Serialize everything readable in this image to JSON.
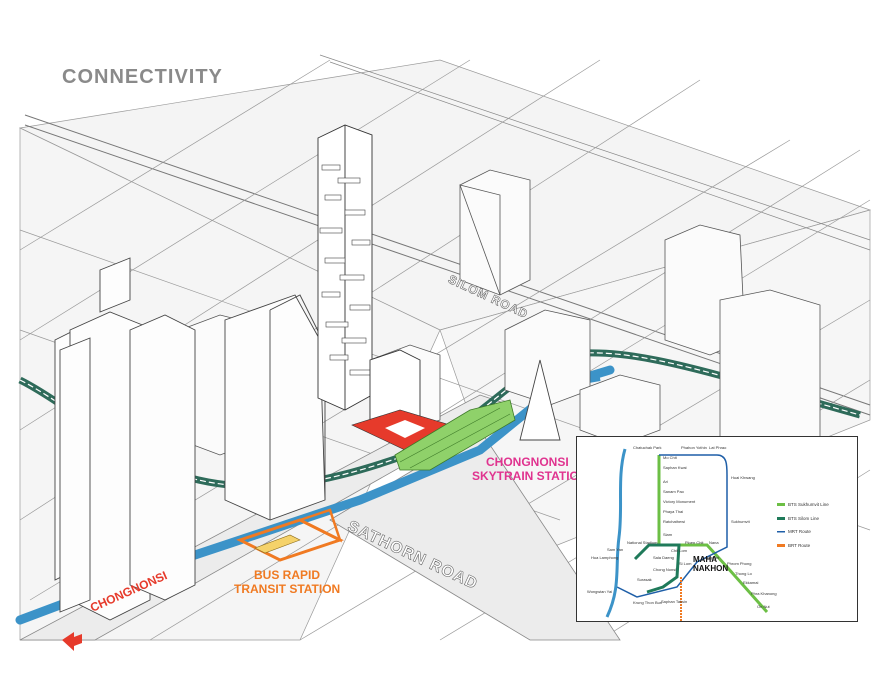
{
  "title": "CONNECTIVITY",
  "labels": {
    "skytrain_line1": "CHONGNONSI",
    "skytrain_line2": "SKYTRAIN STATION",
    "brt_line1": "BUS RAPID",
    "brt_line2": "TRANSIT STATION",
    "arrow_label": "CHONGNONSI",
    "road_silom": "SILOM ROAD",
    "road_sathorn": "SATHORN ROAD"
  },
  "map": {
    "landmark_line1": "MAHA",
    "landmark_line2": "NAKHON",
    "legend": [
      {
        "name": "BTS Sukhumvit Line",
        "color": "#6cbf45"
      },
      {
        "name": "BTS Silom Line",
        "color": "#1f7a5a"
      },
      {
        "name": "MRT Route",
        "color": "#1f5fa8"
      },
      {
        "name": "BRT Route",
        "color": "#f07a22"
      }
    ],
    "stations": [
      "Mo Chit",
      "Saphan Kwai",
      "Ari",
      "Sanam Pao",
      "Victory Monument",
      "Phaya Thai",
      "Ratchathewi",
      "Siam",
      "National Stadium",
      "Chit Lom",
      "Ploen Chit",
      "Nana",
      "Sala Daeng",
      "Chong Nonsi",
      "Surasak",
      "Saphan Taksin",
      "Krung Thon Buri",
      "Wongwian Yai",
      "Phrom Phong",
      "Thong Lo",
      "Ekkamai",
      "Phra Khanong",
      "On Nut",
      "Lat Phrao",
      "Phahon Yothin",
      "Chatuchak Park",
      "Huai Khwang",
      "Sukhumvit",
      "Lumphini",
      "Si Lom",
      "Hua Lamphong",
      "Sam Yan"
    ]
  },
  "colors": {
    "skytrain": "#e0338f",
    "brt": "#f07a22",
    "bts_sukhumvit": "#6cbf45",
    "bts_silom": "#1f7a5a",
    "mrt": "#1f5fa8",
    "canal": "#3c93c8",
    "highlight": "#e63a2b"
  }
}
